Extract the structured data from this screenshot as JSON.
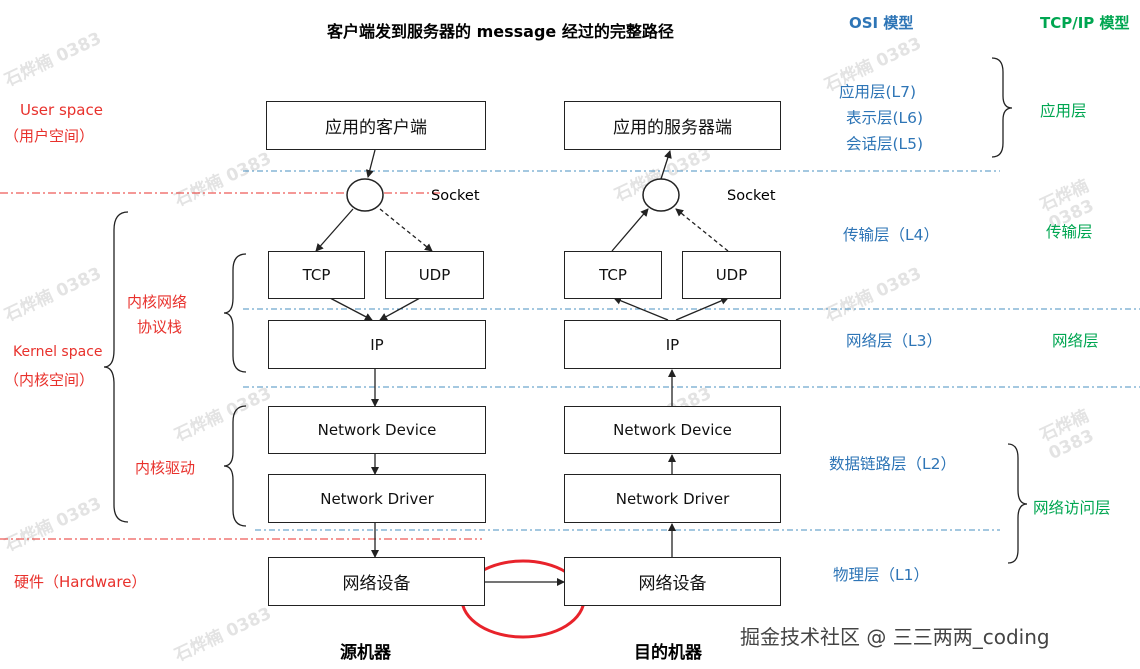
{
  "title": "客户端发到服务器的 message 经过的完整路径",
  "headers": {
    "osi": "OSI 模型",
    "tcpip": "TCP/IP 模型"
  },
  "left_labels": {
    "user_space_en": "User space",
    "user_space_cn": "（用户空间）",
    "kernel_space_en": "Kernel space",
    "kernel_space_cn": "（内核空间）",
    "kernel_stack_1": "内核网络",
    "kernel_stack_2": "协议栈",
    "kernel_driver": "内核驱动",
    "hardware": "硬件（Hardware）"
  },
  "source": {
    "label": "源机器",
    "app": "应用的客户端",
    "socket": "Socket",
    "tcp": "TCP",
    "udp": "UDP",
    "ip": "IP",
    "device": "Network Device",
    "driver": "Network Driver",
    "hw": "网络设备"
  },
  "dest": {
    "label": "目的机器",
    "app": "应用的服务器端",
    "socket": "Socket",
    "tcp": "TCP",
    "udp": "UDP",
    "ip": "IP",
    "device": "Network Device",
    "driver": "Network Driver",
    "hw": "网络设备"
  },
  "osi_layers": {
    "l7": "应用层(L7)",
    "l6": "表示层(L6)",
    "l5": "会话层(L5)",
    "l4": "传输层（L4）",
    "l3": "网络层（L3）",
    "l2": "数据链路层（L2）",
    "l1": "物理层（L1）"
  },
  "tcpip_layers": {
    "app": "应用层",
    "transport": "传输层",
    "network": "网络层",
    "access": "网络访问层"
  },
  "watermark": "石烨楠 0383",
  "credit": "掘金技术社区 @ 三三两两_coding",
  "colors": {
    "red": "#e8312c",
    "blue": "#2e75b6",
    "green": "#00a651",
    "line": "#222222"
  }
}
